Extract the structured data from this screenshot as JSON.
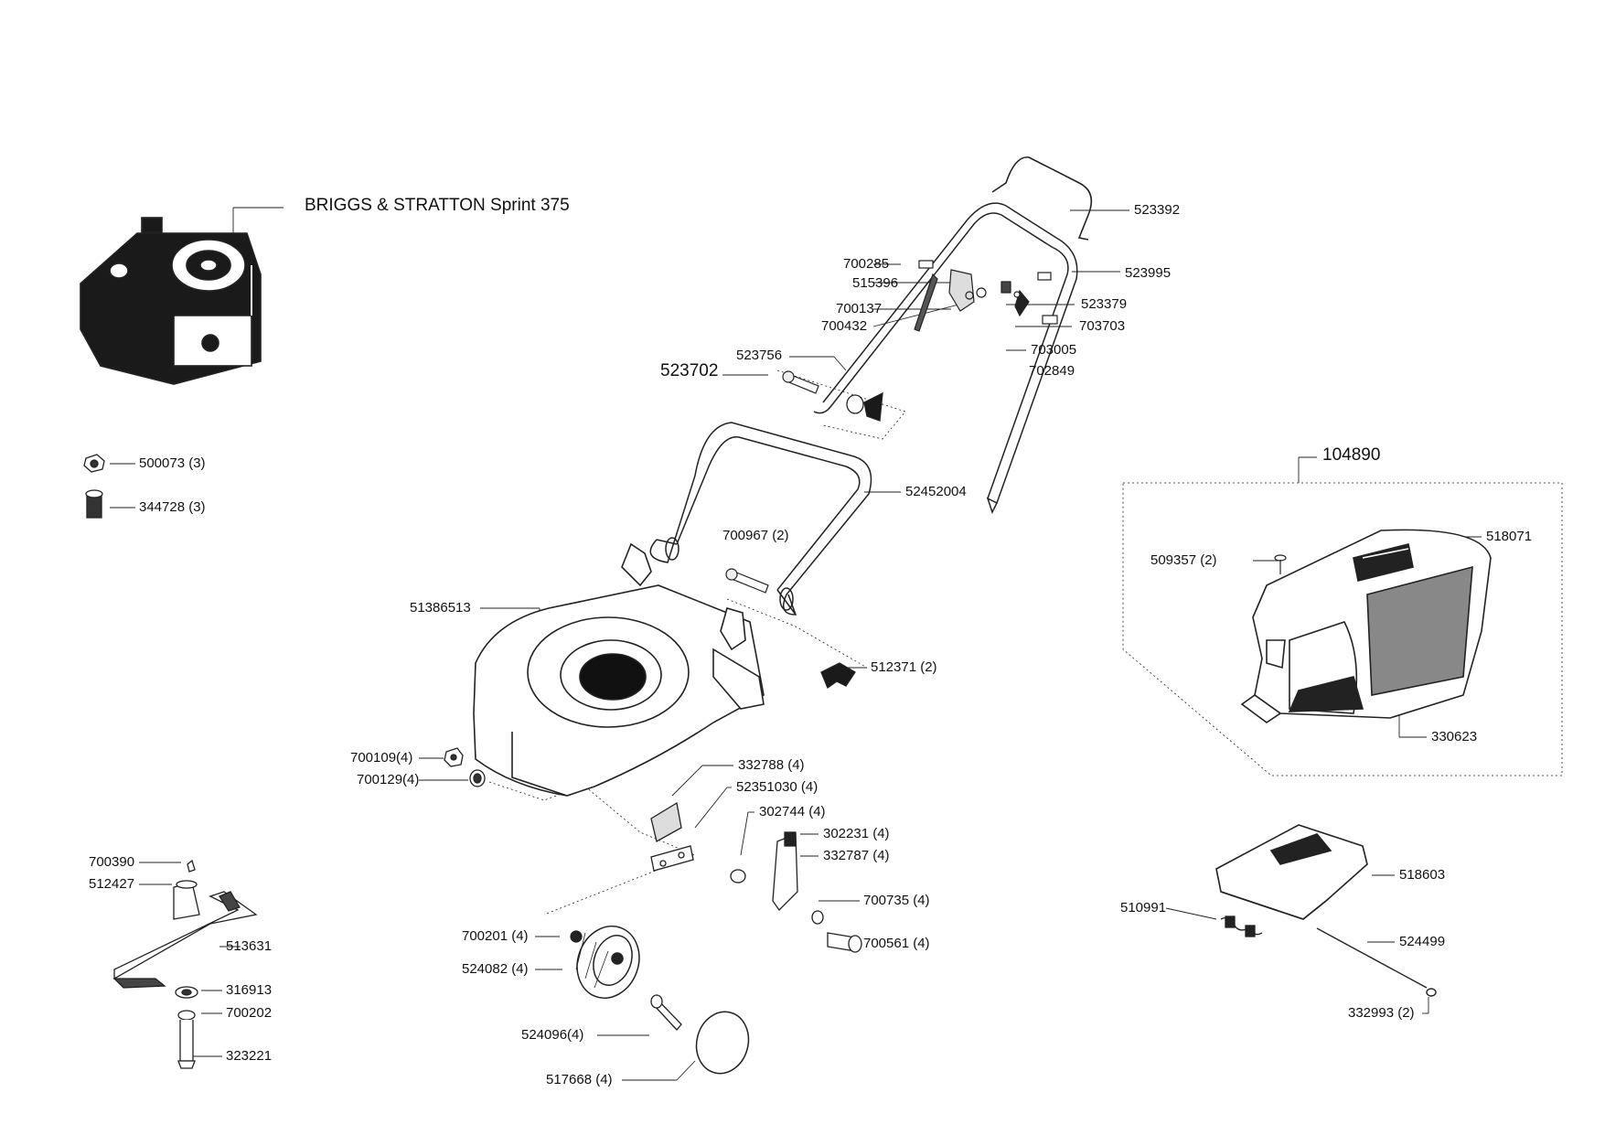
{
  "engine_label": "BRIGGS & STRATTON Sprint 375",
  "parts": {
    "p523392": "523392",
    "p700285": "700285",
    "p523995": "523995",
    "p515396": "515396",
    "p523379": "523379",
    "p700137": "700137",
    "p700432": "700432",
    "p703703": "703703",
    "p703005": "703005",
    "p523756": "523756",
    "p702849": "702849",
    "p523702": "523702",
    "p500073": "500073 (3)",
    "p344728": "344728 (3)",
    "p52452004": "52452004",
    "p104890": "104890",
    "p700967": "700967 (2)",
    "p518071": "518071",
    "p509357": "509357 (2)",
    "p51386513": "51386513",
    "p512371": "512371 (2)",
    "p330623": "330623",
    "p700109": "700109(4)",
    "p332788": "332788 (4)",
    "p700129": "700129(4)",
    "p52351030": "52351030 (4)",
    "p302744": "302744 (4)",
    "p302231": "302231 (4)",
    "p332787": "332787 (4)",
    "p700390": "700390",
    "p518603": "518603",
    "p512427": "512427",
    "p700735": "700735 (4)",
    "p510991": "510991",
    "p700201": "700201 (4)",
    "p700561": "700561 (4)",
    "p513631": "513631",
    "p524499": "524499",
    "p524082": "524082 (4)",
    "p316913": "316913",
    "p700202": "700202",
    "p332993": "332993 (2)",
    "p524096": "524096(4)",
    "p323221": "323221",
    "p517668": "517668 (4)"
  }
}
